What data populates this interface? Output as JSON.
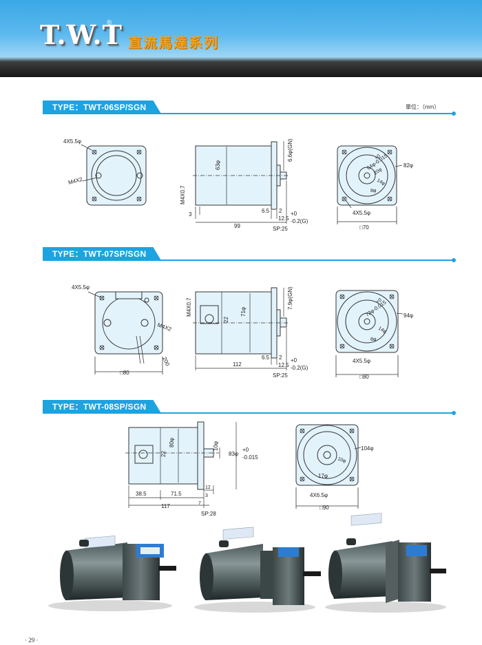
{
  "header": {
    "logo": "T.W.T",
    "registered": "®",
    "series": "直流馬達系列"
  },
  "unit_label": "單位：（mm）",
  "sections": [
    {
      "type": "TYPE：TWT-06SP/SGN",
      "labels": {
        "holes": "4X5.5φ",
        "screw": "M4X2",
        "m4": "M4X0.7",
        "d63": "63φ",
        "gn": "6.6φ(GN)",
        "d3": "3",
        "d65": "6.5",
        "d2": "2",
        "d125": "12.5",
        "tol_top": "+0",
        "tol_bot": "-0.2(G)",
        "d99": "99",
        "sp": "SP:25",
        "front_d": "64φ-0.015",
        "front_tol": "+0",
        "d20": "20φ",
        "d82": "82φ",
        "d14": "14φ",
        "d8": "8φ",
        "front_holes": "4X5.5φ",
        "sq": "□70"
      }
    },
    {
      "type": "TYPE：TWT-07SP/SGN",
      "labels": {
        "holes": "4X5.5φ",
        "screw": "M4X2",
        "lead": "200",
        "sq_back": "□80",
        "m4": "M4X0.7",
        "d22": "22",
        "d71": "71φ",
        "gn": "7.9φ(GN)",
        "d65": "6.5",
        "d2": "2",
        "d125": "12.5",
        "tol_top": "+0",
        "tol_bot": "-0.2(G)",
        "d112": "112",
        "sp": "SP:25",
        "front_d": "73φ-0.015",
        "front_tol": "+0",
        "d94": "94φ",
        "d14": "14φ",
        "d8": "8φ",
        "front_holes": "4X5.5φ",
        "sq": "□80"
      }
    },
    {
      "type": "TYPE：TWT-08SP/SGN",
      "labels": {
        "d22": "22",
        "d80": "80φ",
        "d10": "10φ",
        "d83": "83φ",
        "tol_top": "+0",
        "tol_bot": "-0.015",
        "d385": "38.5",
        "d715": "71.5",
        "d12": "12",
        "d3": "3",
        "d7": "7",
        "d117": "117",
        "sp": "SP:28",
        "d104": "104φ",
        "d10f": "10φ",
        "d17": "17φ",
        "front_holes": "4X6.5φ",
        "sq": "□90"
      }
    }
  ],
  "page_number": "· 29 ·"
}
